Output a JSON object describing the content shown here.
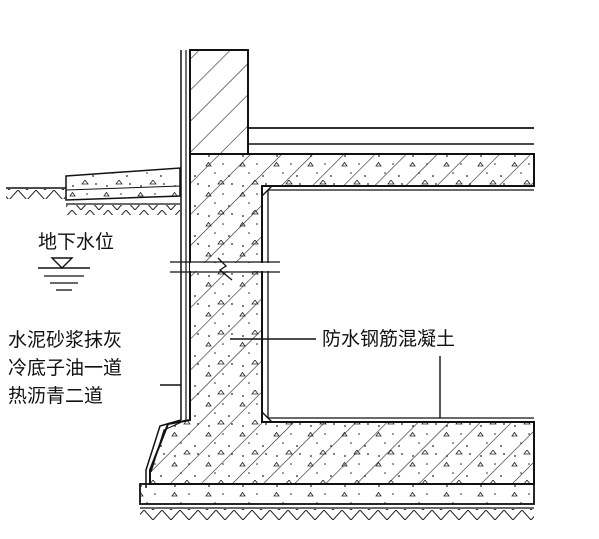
{
  "labels": {
    "groundwater": "地下水位",
    "layer1": "水泥砂浆抹灰",
    "layer2": "冷底子油一道",
    "layer3": "热沥青二道",
    "concrete": "防水钢筋混凝土"
  }
}
